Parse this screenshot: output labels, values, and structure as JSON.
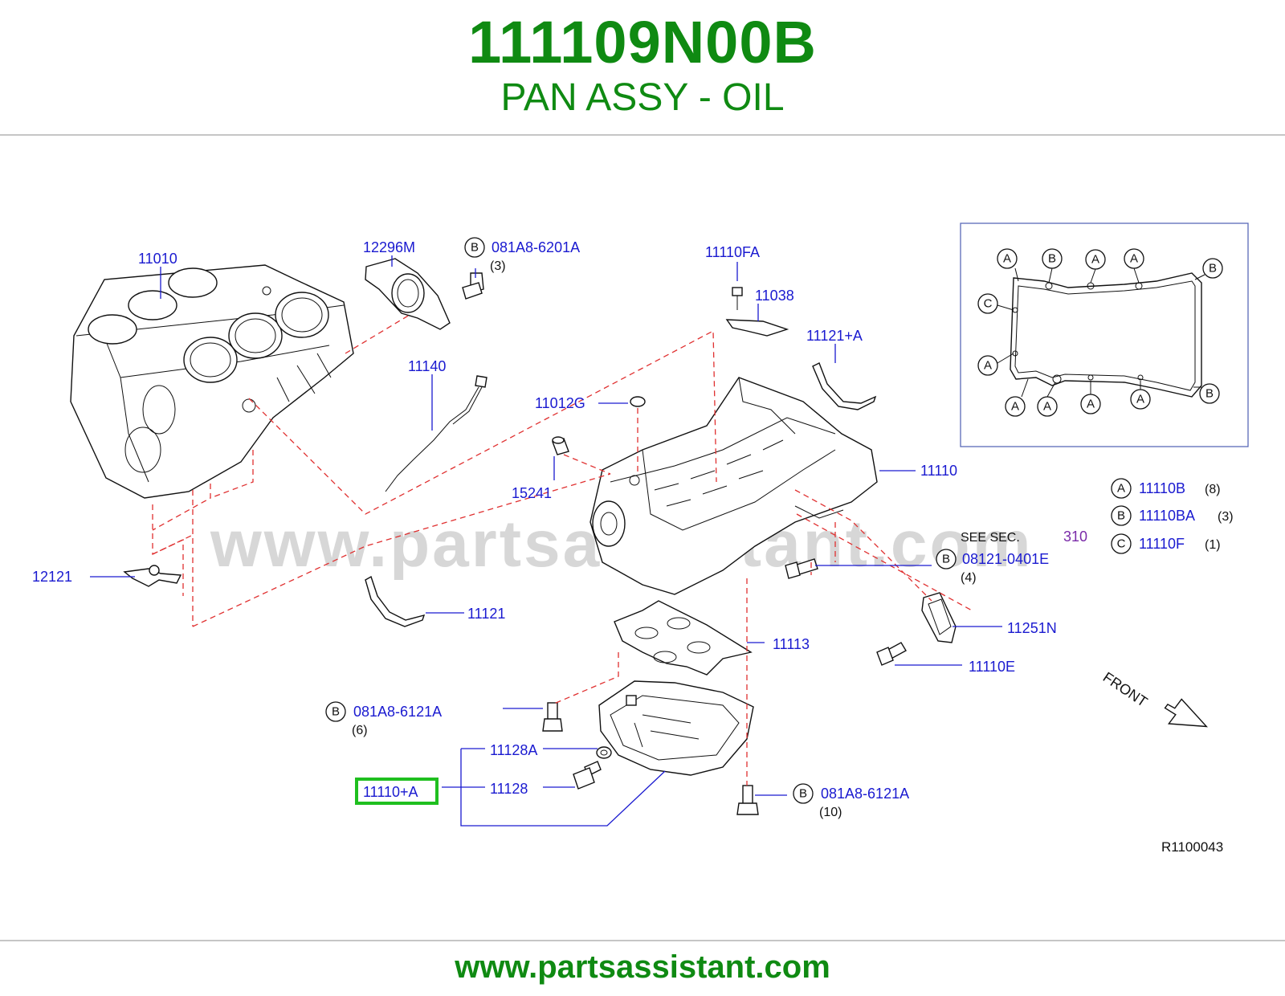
{
  "header": {
    "part_number": "111109N00B",
    "part_name": "PAN ASSY - OIL"
  },
  "footer": {
    "url": "www.partsassistant.com"
  },
  "diagram": {
    "watermark": "www.partsassistant.com",
    "diagram_code": "R1100043",
    "highlighted_label": "11110+A",
    "see_sec": {
      "text": "SEE  SEC.",
      "number": "310"
    },
    "labels": {
      "l11010": "11010",
      "l12296M": "12296M",
      "l081A8_6201A": "081A8-6201A",
      "q3a": "(3)",
      "l11110FA": "11110FA",
      "l11038": "11038",
      "l11121A": "11121+A",
      "l11140": "11140",
      "l11012G": "11012G",
      "l15241": "15241",
      "l11110": "11110",
      "l12121": "12121",
      "l11121": "11121",
      "l08121_0401E": "08121-0401E",
      "q4": "(4)",
      "l11251N": "11251N",
      "l11113": "11113",
      "l11110E": "11110E",
      "l081A8_6121A_a": "081A8-6121A",
      "q6": "(6)",
      "l11128A": "11128A",
      "l11128": "11128",
      "l081A8_6121A_b": "081A8-6121A",
      "q10": "(10)",
      "front": "FRONT"
    },
    "legend": [
      {
        "code": "A",
        "part": "11110B",
        "qty": "(8)"
      },
      {
        "code": "B",
        "part": "11110BA",
        "qty": "(3)"
      },
      {
        "code": "C",
        "part": "11110F",
        "qty": "(1)"
      }
    ],
    "inset_markers": {
      "m1": "A",
      "m2": "B",
      "m3": "A",
      "m4": "A",
      "m5": "B",
      "m6": "C",
      "m7": "A",
      "m8": "A",
      "m9": "A",
      "m10": "A",
      "m11": "A",
      "m12": "B"
    },
    "callout_letters": {
      "b1": "B",
      "b2": "B",
      "b3": "B",
      "b4": "B"
    }
  }
}
